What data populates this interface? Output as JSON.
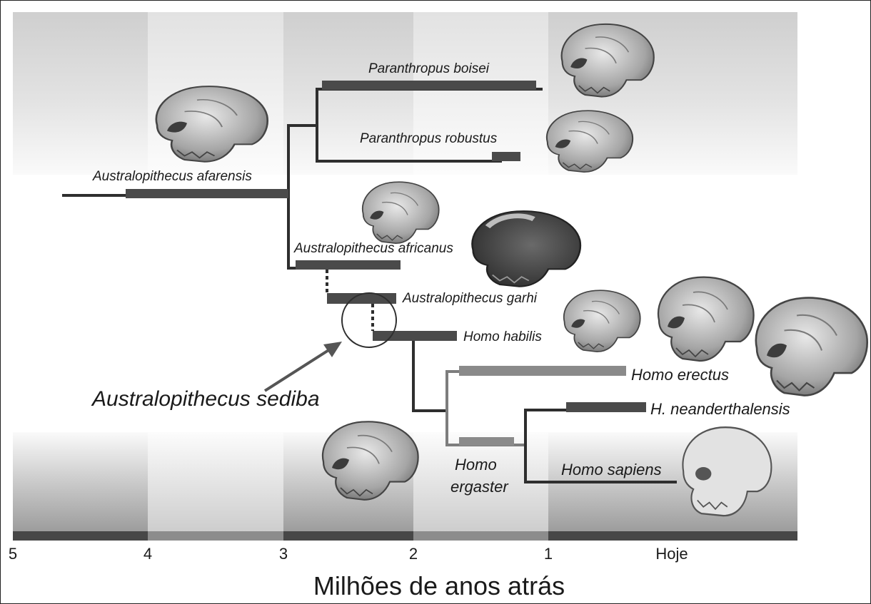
{
  "axis": {
    "ticks": [
      "5",
      "4",
      "3",
      "2",
      "1",
      "Hoje"
    ],
    "title": "Milhões de anos atrás"
  },
  "species": {
    "afarensis": "Australopithecus afarensis",
    "boisei": "Paranthropus boisei",
    "robustus": "Paranthropus robustus",
    "africanus": "Australopithecus africanus",
    "garhi": "Australopithecus garhi",
    "habilis": "Homo habilis",
    "erectus": "Homo erectus",
    "neanderthalensis": "H. neanderthalensis",
    "ergaster_line1": "Homo",
    "ergaster_line2": "ergaster",
    "sapiens": "Homo sapiens",
    "sediba": "Australopithecus sediba"
  },
  "colors": {
    "bar_dark": "#4a4a4a",
    "bar_light": "#8a8a8a",
    "line_dark": "#2e2e2e",
    "line_light": "#7d7d7d",
    "skull": "#a8a8a8",
    "arrow": "#555555"
  },
  "icons": [
    "skull-icon"
  ]
}
